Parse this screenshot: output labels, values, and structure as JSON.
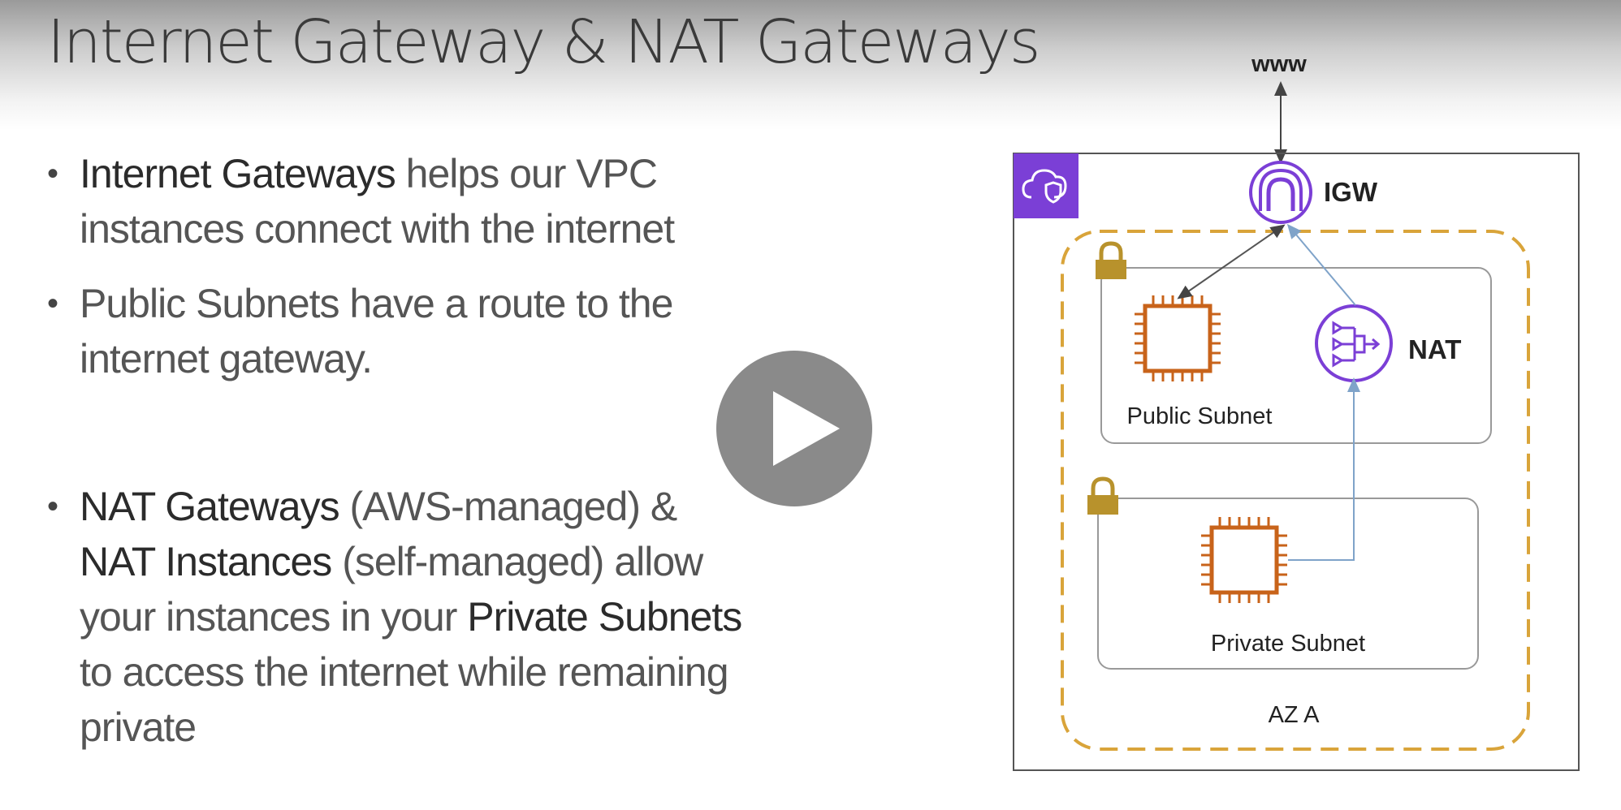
{
  "slide": {
    "title": "Internet Gateway & NAT Gateways",
    "bullets": [
      {
        "lines": [
          [
            {
              "text": "Internet Gateways",
              "em": true
            },
            {
              "text": " helps our VPC",
              "em": false
            }
          ],
          [
            {
              "text": "instances connect with the internet",
              "em": false
            }
          ]
        ]
      },
      {
        "lines": [
          [
            {
              "text": "Public Subnets have a route to the",
              "em": false
            }
          ],
          [
            {
              "text": "internet gateway.",
              "em": false
            }
          ]
        ]
      },
      {
        "lines": [
          [
            {
              "text": "NAT Gateways",
              "em": true
            },
            {
              "text": " (AWS-managed) &",
              "em": false
            }
          ],
          [
            {
              "text": "NAT Instances",
              "em": true
            },
            {
              "text": " (self-managed) allow",
              "em": false
            }
          ],
          [
            {
              "text": "your instances in your ",
              "em": false
            },
            {
              "text": "Private Subnets",
              "em": true
            }
          ],
          [
            {
              "text": "to access the internet while remaining",
              "em": false
            }
          ],
          [
            {
              "text": "private",
              "em": false
            }
          ]
        ]
      }
    ]
  },
  "diagram": {
    "www_label": "www",
    "igw_label": "IGW",
    "nat_label": "NAT",
    "public_subnet_label": "Public Subnet",
    "private_subnet_label": "Private Subnet",
    "az_label": "AZ A",
    "icons": {
      "vpc": "vpc-cloud-icon",
      "igw": "internet-gateway-icon",
      "nat": "nat-gateway-icon",
      "ec2": "ec2-chip-icon",
      "lock": "padlock-icon"
    },
    "colors": {
      "vpc_badge": "#7b3fd6",
      "igw_purple": "#7b3fd6",
      "ec2_orange": "#c8631a",
      "az_dash": "#d9a43a",
      "lock_gold": "#b8922c",
      "arrow_blue": "#7fa3c9"
    }
  },
  "player": {
    "play_icon": "play-icon"
  }
}
